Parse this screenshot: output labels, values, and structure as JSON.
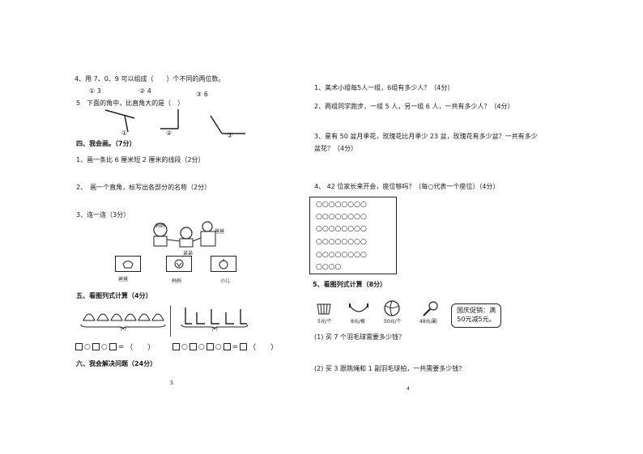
{
  "left": {
    "q4": {
      "text": "4、用 7、0、9 可以组成（　　）个不同的两位数。",
      "options": [
        "① 3",
        "② 4",
        "③ 6"
      ]
    },
    "q5": {
      "text": "5　下面的角中，比直角大的是（　）",
      "labels": [
        "①",
        "②",
        "③"
      ]
    },
    "section4": "四、我会画。（7分）",
    "draw1": "1、画一条比 6 厘米短 2 厘米的线段（2分）",
    "draw2": "2、　画一个直角，标写出各部分的名称（2分）",
    "draw3": "3、连一连（3分）",
    "match_top_labels": [
      "妈妈",
      "爸爸",
      "弟弟"
    ],
    "match_bottom_labels": [
      "爸爸",
      "妈妈",
      "小儿"
    ],
    "section5": "五、看图列式计算（4分）",
    "pic1_label": "?个",
    "pic2_label": "?个",
    "eq_ops": [
      "○",
      "○",
      "=",
      "（",
      "）"
    ],
    "section6": "六、我会解决问题（24分）",
    "page_num": "3"
  },
  "right": {
    "p1": "1、美术小组每5人一组，6组有多少人？（4分）",
    "p2": "2、两组同学跑步，一组 5 人，另一组 6 人，一共有多少人？（4分）",
    "p3_line1": "3、星有 50 盆月季花，玫瑰花比月季少 23 盆，玫瑰花有多少盆？一共有多少",
    "p3_line2": "盆花？（4分）",
    "p4": "4、 42 位家长来开会，座位够吗？（每○代表一个座位）（4分）",
    "circle_rows": [
      "○○○○○○○○",
      "○○○○○○○○",
      "○○○○○○○○",
      "○○○○○○○○",
      "○○○○○○○○",
      "○○○○"
    ],
    "p5": "5、看图列式计算（8分）",
    "prices": [
      "5元/个",
      "8元/根",
      "50元/个",
      "48元/副"
    ],
    "promo": [
      "国庆促销：满",
      "50元减5元。"
    ],
    "sub1": "(1) 买 7 个羽毛球需要多少钱？",
    "sub2": "(2) 买 3 跟跳绳和 1 副羽毛球拍，一共需要多少钱？",
    "page_num": "4"
  }
}
